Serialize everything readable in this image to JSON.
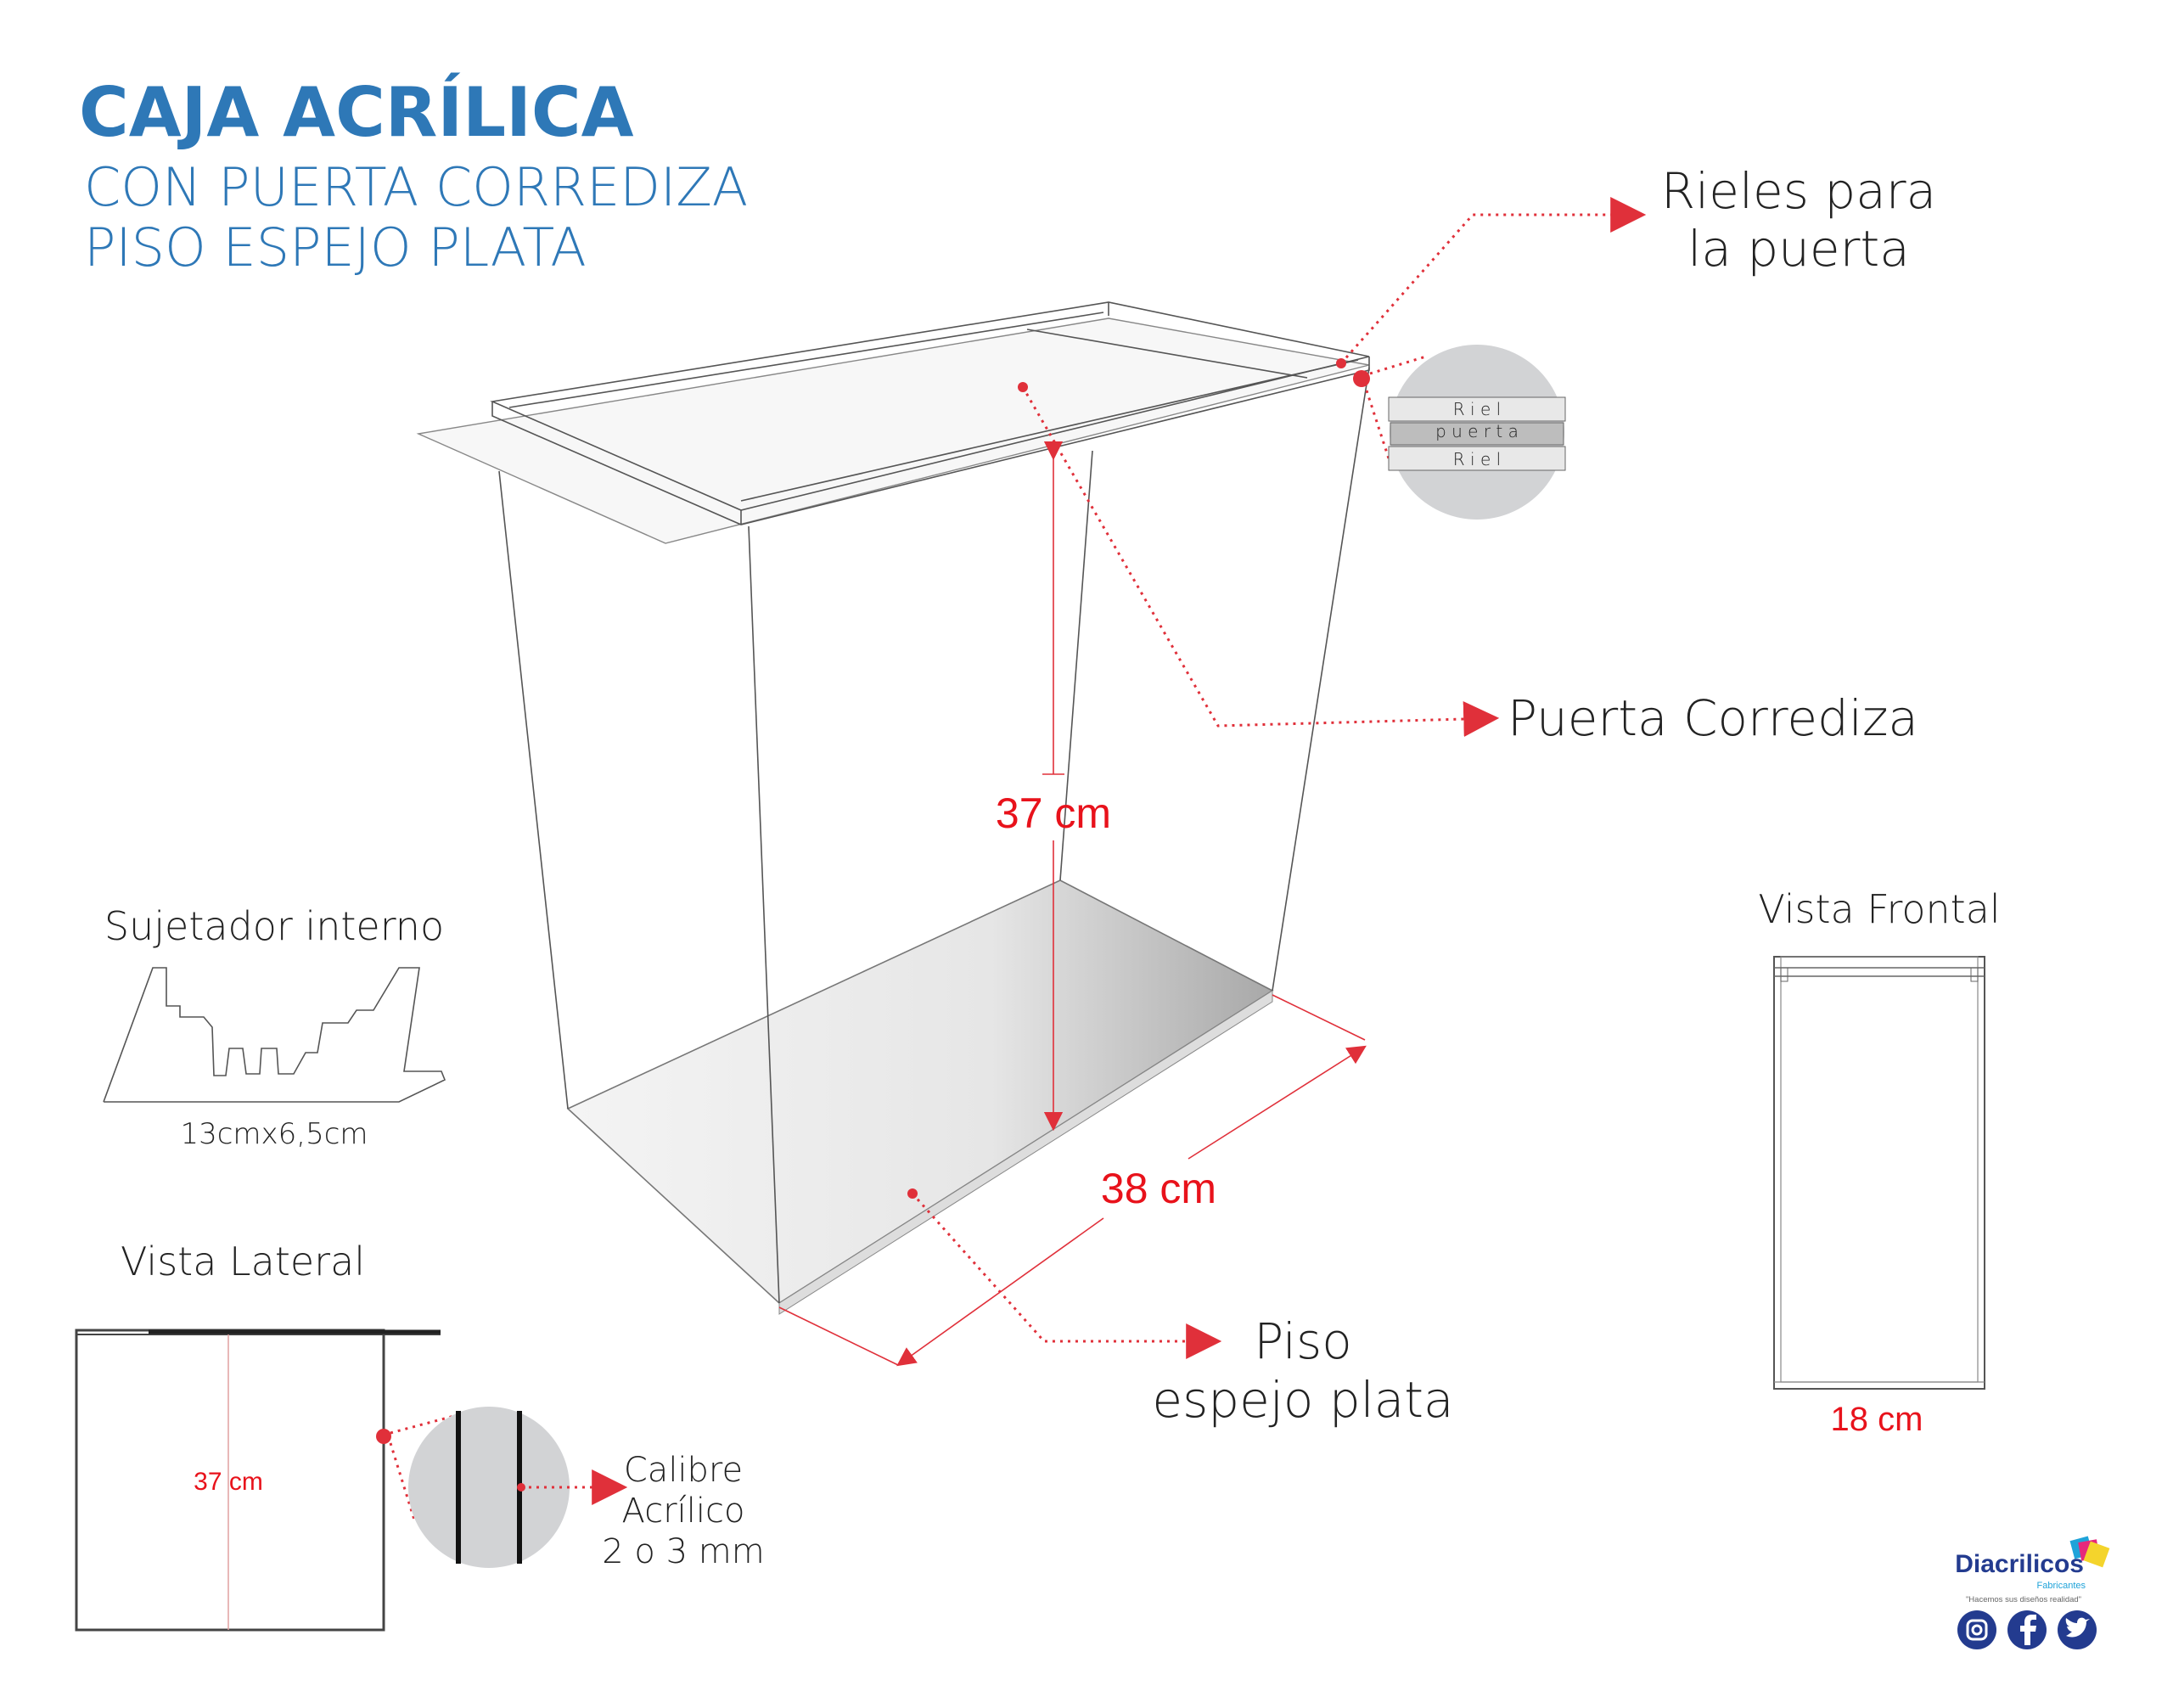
{
  "title": {
    "main": "CAJA ACRÍLICA",
    "line1": "CON PUERTA CORREDIZA",
    "line2": "PISO ESPEJO PLATA"
  },
  "callouts": {
    "rieles_1": "Rieles para",
    "rieles_2": "la puerta",
    "puerta": "Puerta Corrediza",
    "piso_1": "Piso",
    "piso_2": "espejo plata"
  },
  "rail_detail": {
    "top": "R i e l",
    "middle": "p u e r t a",
    "bottom": "R i e l"
  },
  "dimensions": {
    "height": "37 cm",
    "depth": "38 cm",
    "width": "18 cm",
    "lateral_height": "37 cm"
  },
  "sujetador": {
    "title": "Sujetador interno",
    "size": "13cmx6,5cm"
  },
  "vista_lateral": {
    "title": "Vista Lateral"
  },
  "vista_frontal": {
    "title": "Vista Frontal"
  },
  "calibre": {
    "line1": "Calibre",
    "line2": "Acrílico",
    "line3": "2 o 3 mm"
  },
  "logo": {
    "brand": "Diacrilicos",
    "sub": "Fabricantes",
    "slogan": "\"Hacemos sus diseños realidad\"",
    "social": [
      "instagram-icon",
      "facebook-icon",
      "twitter-icon"
    ]
  },
  "colors": {
    "accent": "#2e78b7",
    "dimension": "#e8121b",
    "brand": "#233b8f"
  }
}
